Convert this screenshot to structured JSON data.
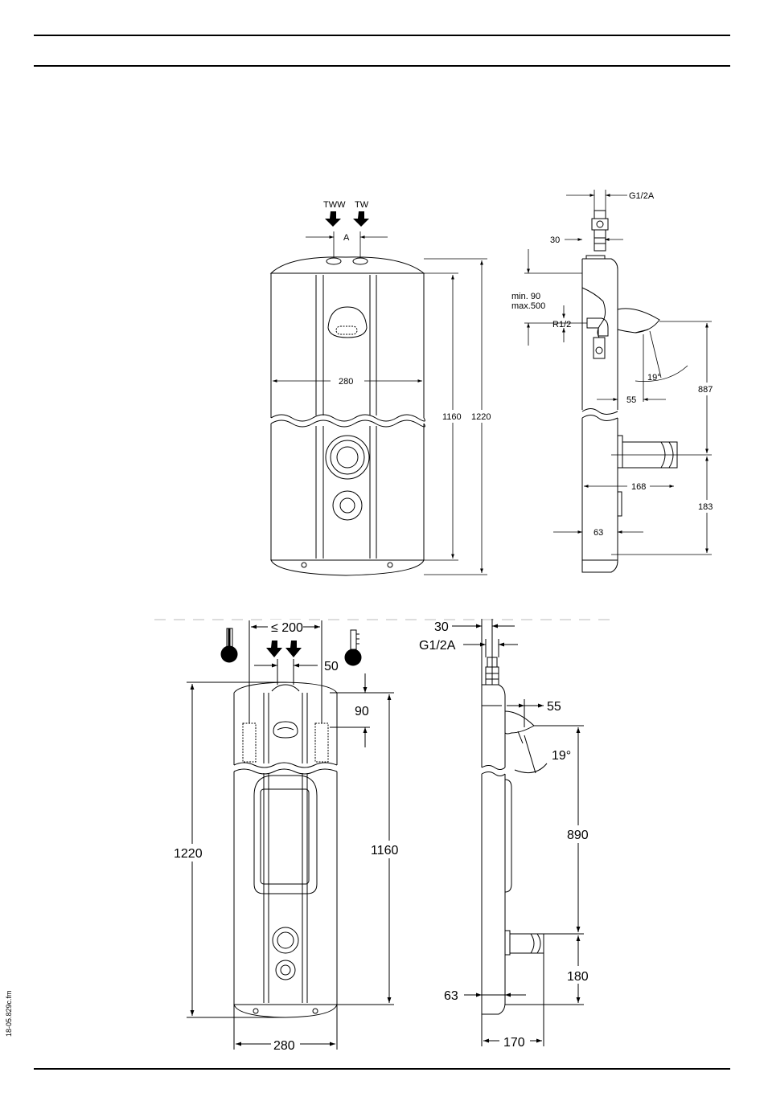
{
  "colors": {
    "line": "#000000",
    "paper": "#ffffff",
    "phantom": "#bbbbbb"
  },
  "icons": [
    "thermometer-hot-icon",
    "thermometer-cold-icon",
    "flow-arrow-icon"
  ],
  "side_label": "18-05.829c.fm",
  "view1": {
    "tww": "TWW",
    "tw": "TW",
    "a": "A",
    "width": "280",
    "h1": "1160",
    "h2": "1220"
  },
  "view2": {
    "g12a": "G1/2A",
    "d30": "30",
    "min90": "min. 90",
    "max500": "max.500",
    "r12": "R1/2",
    "angle": "19°",
    "d55": "55",
    "d887": "887",
    "d168": "168",
    "d183": "183",
    "d63": "63"
  },
  "view3": {
    "max200": "≤ 200",
    "d50": "50",
    "d90": "90",
    "h1220": "1220",
    "h1160": "1160",
    "w280": "280"
  },
  "view4": {
    "d30": "30",
    "g12a": "G1/2A",
    "d55": "55",
    "angle": "19°",
    "d890": "890",
    "d180": "180",
    "d63": "63",
    "d170": "170"
  }
}
